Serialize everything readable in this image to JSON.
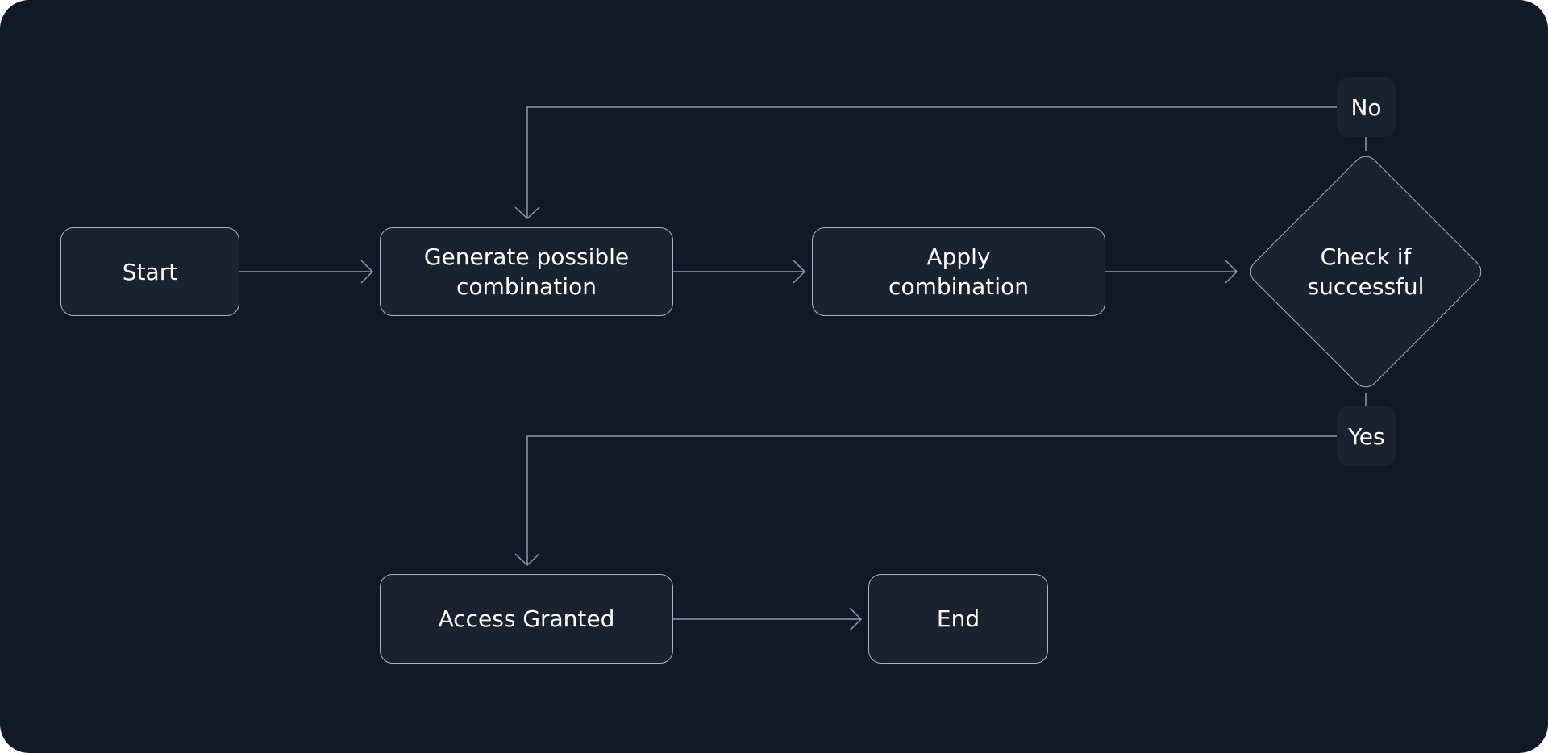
{
  "diagram": {
    "nodes": {
      "start": "Start",
      "generate": "Generate possible combination",
      "apply": "Apply combination",
      "check": "Check if successful",
      "access": "Access Granted",
      "end": "End"
    },
    "edge_labels": {
      "no": "No",
      "yes": "Yes"
    },
    "edges": [
      {
        "from": "start",
        "to": "generate"
      },
      {
        "from": "generate",
        "to": "apply"
      },
      {
        "from": "apply",
        "to": "check"
      },
      {
        "from": "check",
        "to": "generate",
        "label": "No"
      },
      {
        "from": "check",
        "to": "access",
        "label": "Yes"
      },
      {
        "from": "access",
        "to": "end"
      }
    ],
    "colors": {
      "background": "#111926",
      "node_fill": "#19222f",
      "node_border": "#a7b1c1",
      "connector": "#8e99ab",
      "text": "#ffffff"
    }
  }
}
